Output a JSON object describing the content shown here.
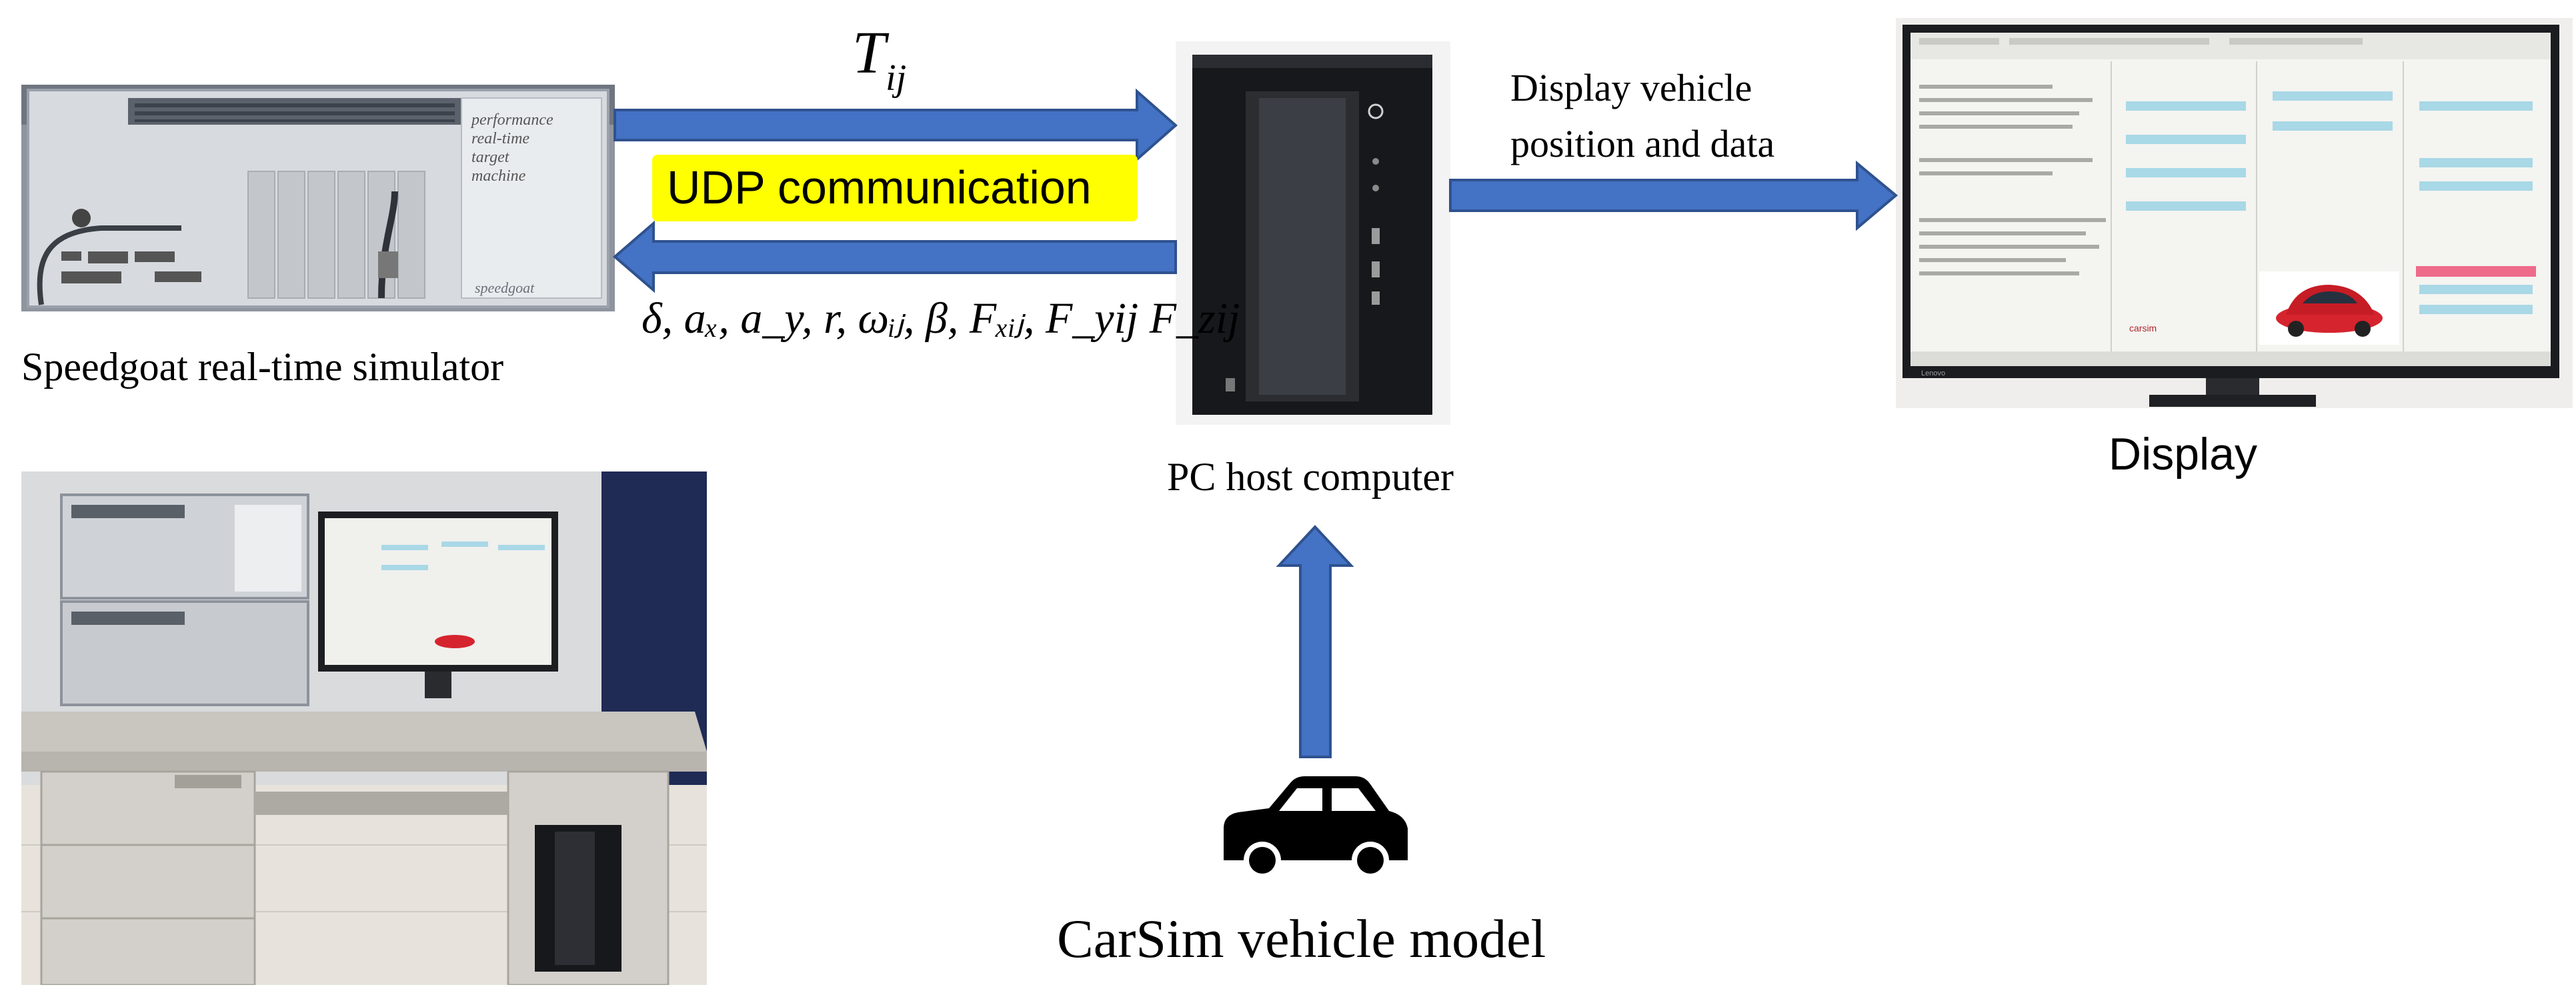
{
  "labels": {
    "speedgoat": "Speedgoat  real-time simulator",
    "pc_host": "PC host computer",
    "display": "Display",
    "display_vehicle_line1": "Display vehicle",
    "display_vehicle_line2": "position and data",
    "carsim": "CarSim  vehicle model",
    "udp": "UDP communication",
    "tij_main": "T",
    "tij_sub": "ij",
    "feedback_signals": "δ, aₓ, a_y, r, ωᵢⱼ, β, Fₓᵢⱼ, F_yij F_zij"
  },
  "device_text": {
    "speedgoat_panel_line1": "performance",
    "speedgoat_panel_line2": "real-time",
    "speedgoat_panel_line3": "target",
    "speedgoat_panel_line4": "machine",
    "speedgoat_brand": "speedgoat",
    "monitor_carsim_logo": "carsim",
    "monitor_brand": "Lenovo"
  },
  "colors": {
    "arrow_blue": "#4472C4",
    "arrow_edge": "#2F528F",
    "udp_highlight": "#FFFF00"
  },
  "icons": {
    "car": "car-icon"
  }
}
